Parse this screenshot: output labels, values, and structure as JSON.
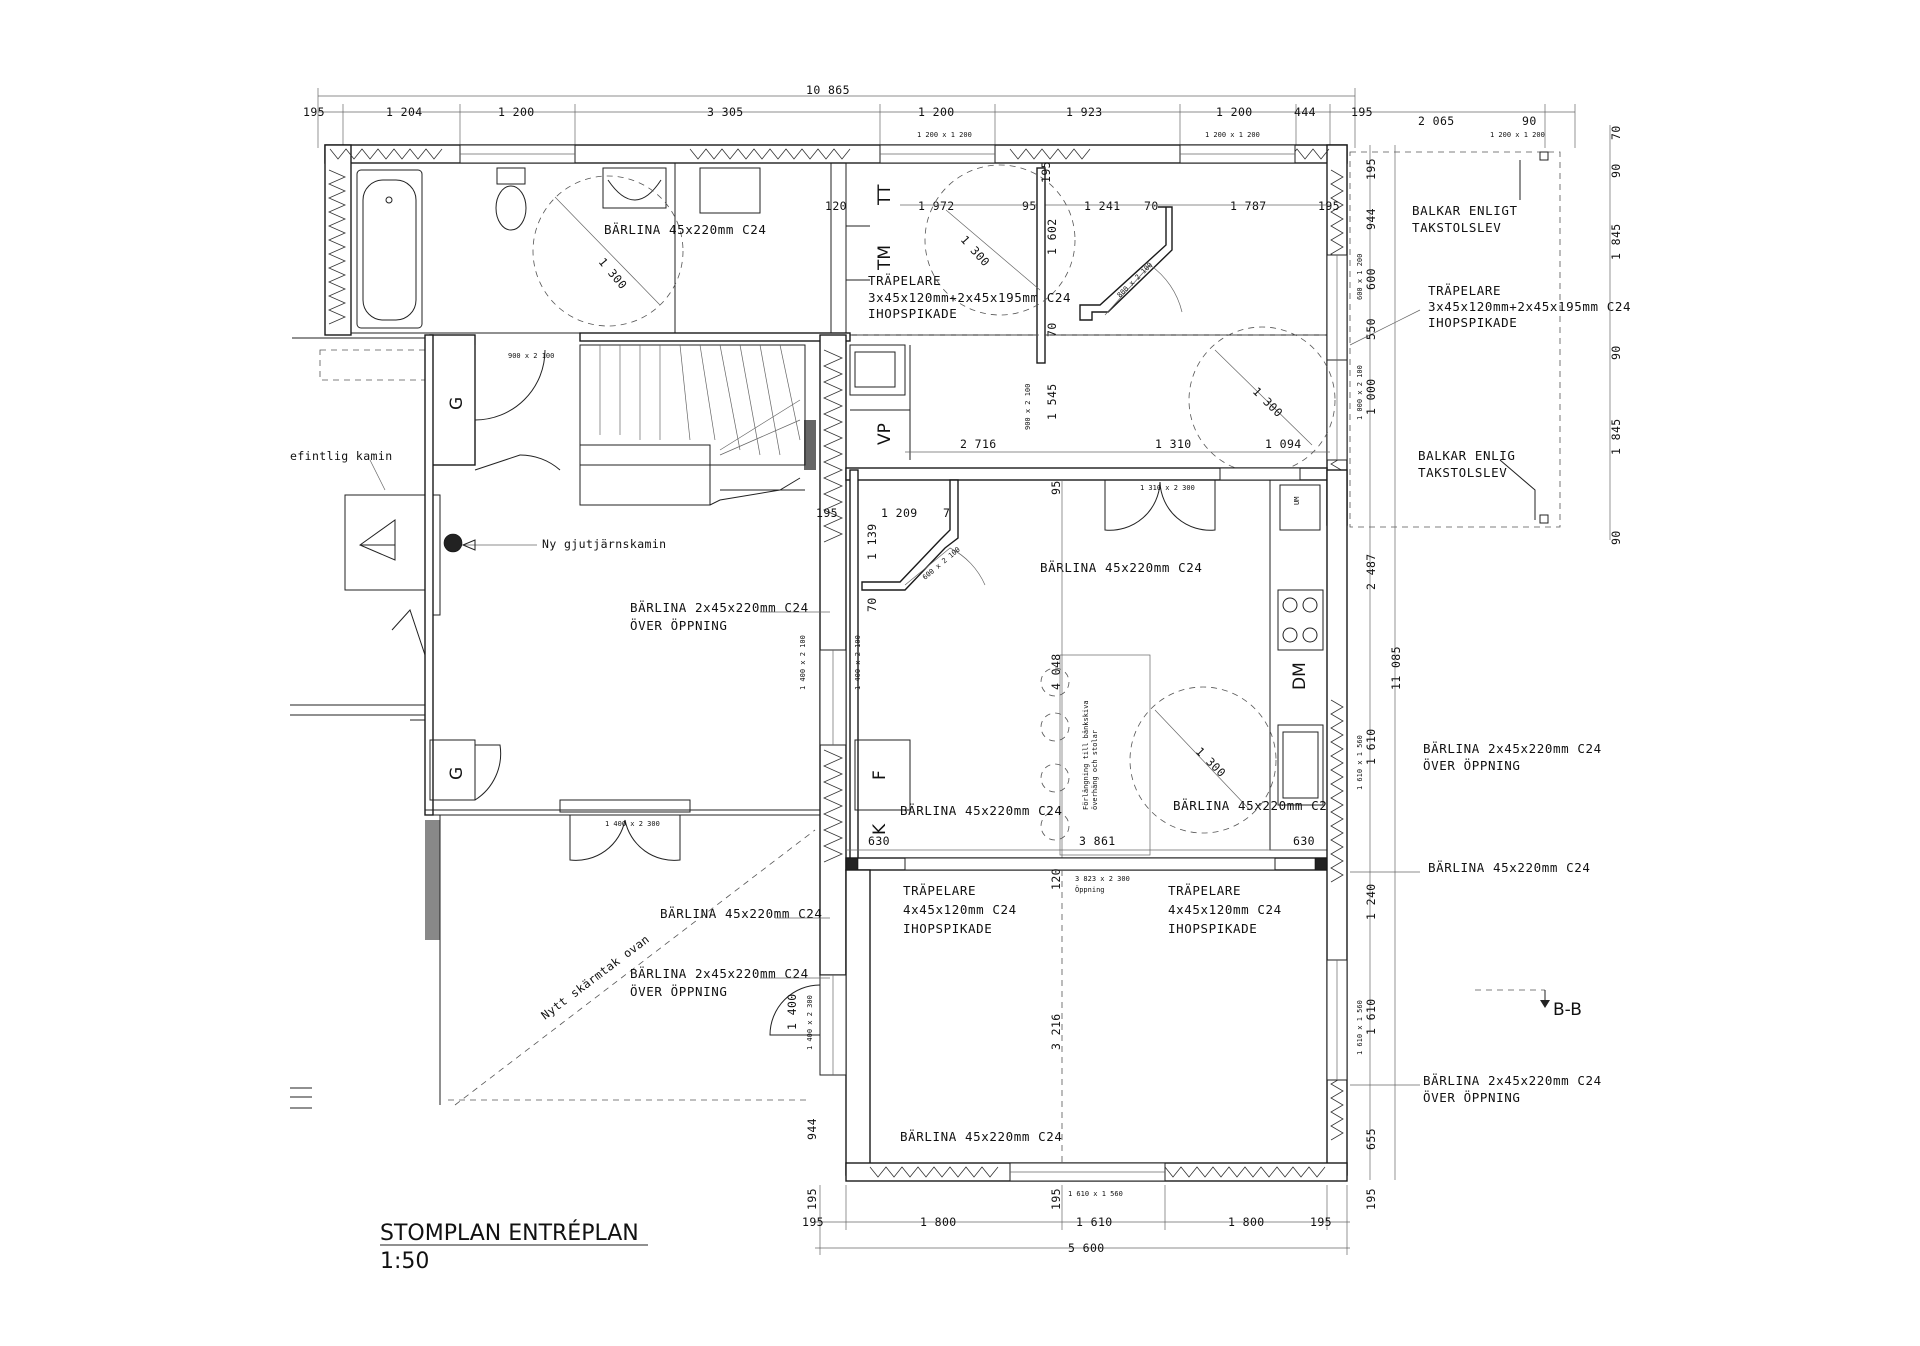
{
  "title": {
    "name": "STOMPLAN ENTRÉPLAN",
    "scale": "1:50"
  },
  "rooms": {
    "tt": "TT",
    "tm": "TM",
    "vp": "VP",
    "g": "G",
    "dm": "DM",
    "um": "UM",
    "f": "F",
    "k": "K"
  },
  "labels": {
    "beam_45x220": "BÄRLINA 45x220mm C24",
    "beam_45x220_dual": "BÄRLINA 45x220mm C24",
    "beam_2x": "BÄRLINA 2x45x220mm C24",
    "over_opening": "ÖVER ÖPPNING",
    "post": "TRÄPELARE",
    "post_spec": "3x45x120mm+2x45x195mm C24",
    "post_4x": "TRÄPELARE",
    "post_4x_spec": "4x45x120mm C24",
    "nailed": "IHOPSPIKADE",
    "roof_beam_1": "BALKAR ENLIGT",
    "roof_beam_2": "BALKAR ENLIG",
    "truss_supplier": "TAKSTOLSLEV",
    "new_stove": "Ny gjutjärnskamin",
    "existing_stove": "efintlig kamin",
    "new_roof": "Nytt skärmtak ovan",
    "r1300": "1 300",
    "opening_size": "3 823 x 2 300",
    "opening": "Öppning",
    "island_note1": "Förlängning till bänkskiva",
    "island_note2": "överhäng och stolar",
    "section": "B-B"
  },
  "doors": {
    "d800": "800 x 2 100",
    "d900": "900 x 2 100",
    "d900b": "900 x 2 100",
    "d600": "600 x 2 100",
    "d1310": "1 310 x 2 300",
    "d1400": "1 400 x 2 300"
  },
  "windows": {
    "top": [
      "1 200 x 1 200",
      "1 200 x 1 200",
      "1 200 x 1 200"
    ],
    "bottom": "1 610 x 1 560",
    "left1": "1 400 x 2 100",
    "left2": "1 400 x 2 300",
    "right1": "600 x 1 200",
    "right2": "1 000 x 2 100",
    "right3": "1 610 x 1 560",
    "right4": "1 610 x 1 560"
  },
  "dims": {
    "top_overall": "10 865",
    "top": [
      "195",
      "1 204",
      "1 200",
      "3 305",
      "1 200",
      "1 923",
      "1 200",
      "444",
      "195",
      "2 065",
      "90"
    ],
    "right": [
      "195",
      "944",
      "600",
      "550",
      "1 000",
      "2 487",
      "1 610",
      "1 240",
      "1 610",
      "655",
      "195"
    ],
    "right_overall": "11 085",
    "far_right": [
      "70",
      "90",
      "1 845",
      "90",
      "1 845",
      "90"
    ],
    "bottom": [
      "195",
      "1 800",
      "1 610",
      "1 800",
      "195"
    ],
    "bottom_overall": "5 600",
    "inner": {
      "120": "120",
      "1972": "1 972",
      "95": "95",
      "1241": "1 241",
      "70": "70",
      "1787": "1 787",
      "195": "195",
      "1602": "1 602",
      "2716": "2 716",
      "1310": "1 310",
      "1094": "1 094",
      "1545": "1 545",
      "1209": "1 209",
      "1139": "1 139",
      "4048": "4 048",
      "630": "630",
      "3861": "3 861",
      "1400": "1 400",
      "3216": "3 216"
    }
  }
}
